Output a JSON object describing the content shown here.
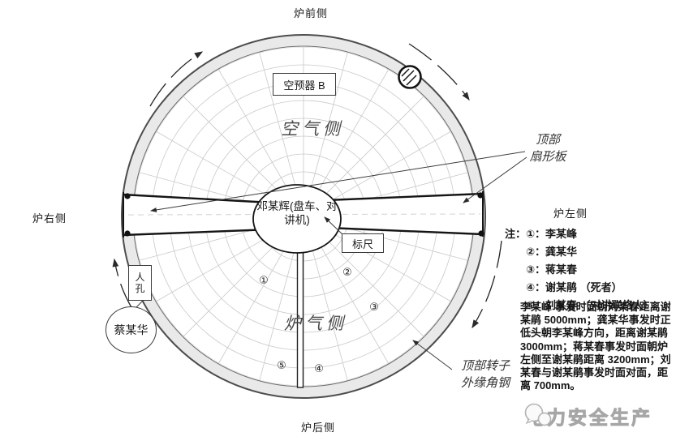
{
  "sides": {
    "front": "炉前侧",
    "right": "炉右侧",
    "left": "炉左侧",
    "rear": "炉后侧"
  },
  "diagram": {
    "preheater_box": "空预器 B",
    "air_side": "空气侧",
    "gas_side": "炉气侧",
    "center_person": "邓某辉(盘车、对讲机)",
    "ruler_box": "标尺",
    "manhole_line1": "人",
    "manhole_line2": "孔",
    "person_outside": "蔡某华",
    "sector_plate_line1": "顶部",
    "sector_plate_line2": "扇形板",
    "angle_steel_line1": "顶部转子",
    "angle_steel_line2": "外缘角钢",
    "markers": [
      "①",
      "②",
      "③",
      "④",
      "⑤"
    ]
  },
  "notes": {
    "prefix": "注：",
    "items": [
      "①：李某峰",
      "②：龚某华",
      "③：蒋某春",
      "④：谢某鹃 （死者）",
      "⑤：刘某春 （对讲联络人）"
    ],
    "paragraph": "李某峰 事发时面朝刘某春距离谢某鹃 5000mm；龚某华事发时正低头朝李某峰方向，距离谢某鹃 3000mm；蒋某春事发时面朝炉左侧至谢某鹃距离 3200mm；刘某春与谢某鹃事发时面对面，距离 700mm。"
  },
  "watermark": {
    "text": "电力安全生产"
  },
  "colors": {
    "ring_fill": "#e9e9e9",
    "grid": "#c9c9c9",
    "line": "#1a1a1a",
    "watermark": "#ababab"
  }
}
